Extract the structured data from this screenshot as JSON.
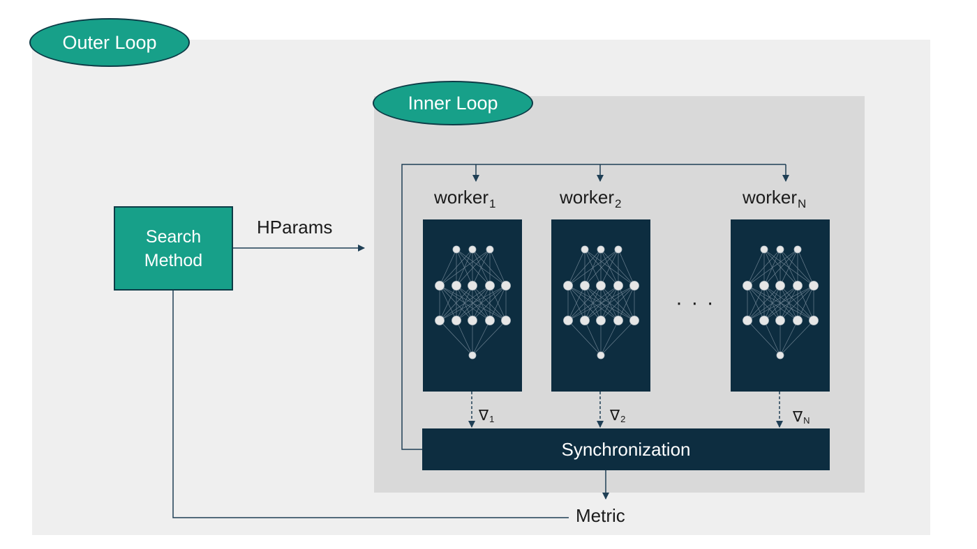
{
  "outer_loop": {
    "label": "Outer Loop"
  },
  "inner_loop": {
    "label": "Inner Loop"
  },
  "search_method": {
    "line1": "Search",
    "line2": "Method"
  },
  "hparams_label": "HParams",
  "workers": [
    {
      "name": "worker",
      "subscript": "1",
      "grad_symbol": "∇",
      "grad_subscript": "1"
    },
    {
      "name": "worker",
      "subscript": "2",
      "grad_symbol": "∇",
      "grad_subscript": "2"
    },
    {
      "name": "worker",
      "subscript": "N",
      "grad_symbol": "∇",
      "grad_subscript": "N"
    }
  ],
  "ellipsis": "· · ·",
  "synchronization_label": "Synchronization",
  "metric_label": "Metric",
  "colors": {
    "teal": "#17a089",
    "navy": "#0d2d40",
    "outer_bg": "#efefef",
    "inner_bg": "#d9d9d9",
    "line": "#1f3f55"
  }
}
